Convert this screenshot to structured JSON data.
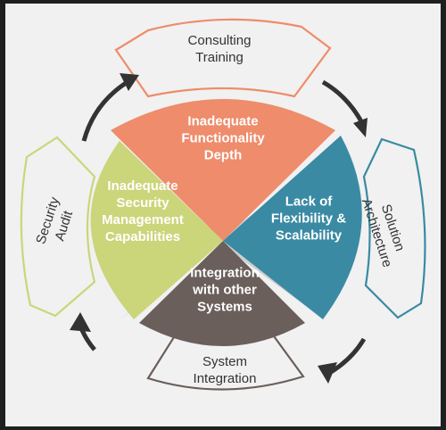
{
  "diagram": {
    "colors": {
      "background": "#f1f1f1",
      "frame": "#1f1f1f",
      "orange": "#ee8c6c",
      "teal": "#3a8aa3",
      "green": "#cbd57a",
      "gray": "#6a5f5b",
      "arrow": "#333333",
      "outer_text": "#333333",
      "inner_text": "#ffffff"
    },
    "inner_sectors": [
      {
        "id": "top",
        "lines": [
          "Inadequate",
          "Functionality",
          "Depth"
        ]
      },
      {
        "id": "right",
        "lines": [
          "Lack of",
          "Flexibility &",
          "Scalability"
        ]
      },
      {
        "id": "bottom",
        "lines": [
          "Integration",
          "with other",
          "Systems"
        ]
      },
      {
        "id": "left",
        "lines": [
          "Inadequate",
          "Security",
          "Management",
          "Capabilities"
        ]
      }
    ],
    "outer_bands": [
      {
        "id": "top",
        "lines": [
          "Consulting",
          "Training"
        ]
      },
      {
        "id": "right",
        "lines": [
          "Solution",
          "Architecture"
        ]
      },
      {
        "id": "bottom",
        "lines": [
          "System",
          "Integration"
        ]
      },
      {
        "id": "left",
        "lines": [
          "Security",
          "Audit"
        ]
      }
    ],
    "arrows": [
      "top-left",
      "top-right",
      "bottom-right",
      "bottom-left"
    ]
  }
}
